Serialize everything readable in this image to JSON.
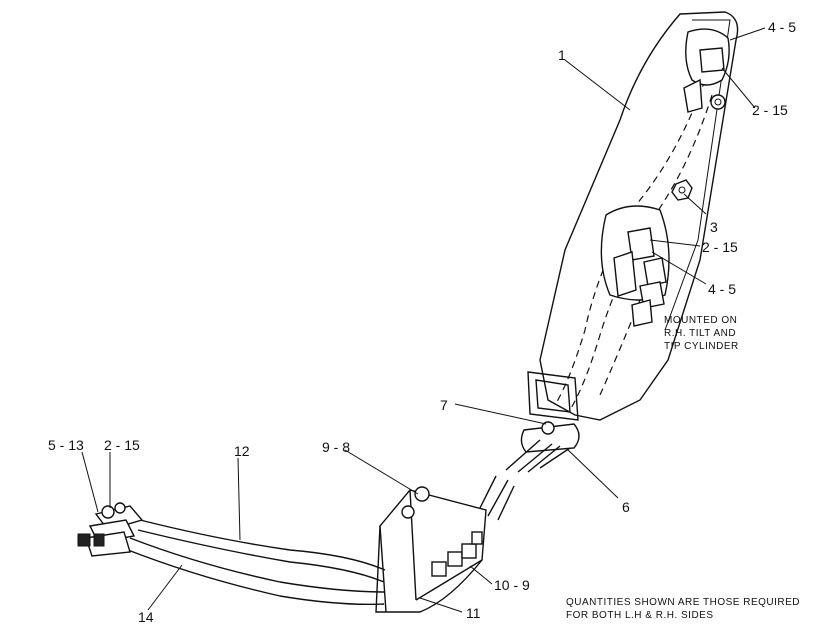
{
  "callouts": {
    "c1": "1",
    "c4_5_top": "4 - 5",
    "c2_15_top": "2 - 15",
    "c3": "3",
    "c2_15_mid": "2 - 15",
    "c4_5_mid": "4 - 5",
    "c7": "7",
    "c6": "6",
    "c9_8": "9 - 8",
    "c12": "12",
    "c5_13": "5 - 13",
    "c2_15_left": "2 - 15",
    "c14": "14",
    "c10_9": "10 - 9",
    "c11": "11"
  },
  "notes": {
    "mounted_line1": "MOUNTED ON",
    "mounted_line2": "R.H. TILT AND",
    "mounted_line3": "TIP CYLINDER",
    "quantities_line1": "QUANTITIES SHOWN ARE THOSE REQUIRED",
    "quantities_line2": "FOR BOTH L.H & R.H. SIDES"
  }
}
